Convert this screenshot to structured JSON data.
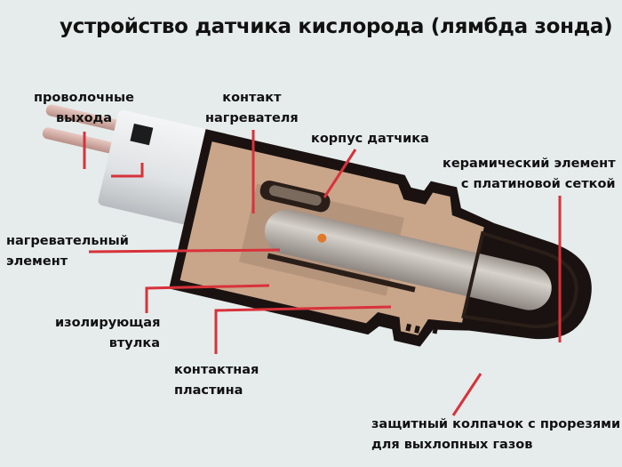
{
  "title": "устройство датчика кислорода (лямбда зонда)",
  "colors": {
    "background": "#e6ecec",
    "leader_line": "#d8323a",
    "body_metal": "#c9a58a",
    "body_dark": "#1a1210",
    "ceramic": "#b9b3ab",
    "insulator": "#eef0f1",
    "wire": "#d9b2a8"
  },
  "labels": {
    "wire_outputs": {
      "line1": "проволочные",
      "line2": "выхода"
    },
    "heater_contact": {
      "line1": "контакт",
      "line2": "нагревателя"
    },
    "sensor_housing": {
      "line1": "корпус датчика"
    },
    "ceramic_element": {
      "line1": "керамический элемент",
      "line2": "с платиновой сеткой"
    },
    "heating_element": {
      "line1": "нагревательный",
      "line2": "элемент"
    },
    "insulating_sleeve": {
      "line1": "изолирующая",
      "line2": "втулка"
    },
    "contact_plate": {
      "line1": "контактная",
      "line2": "пластина"
    },
    "protective_cap": {
      "line1": "защитный колпачок с прорезями",
      "line2": "для выхлопных газов"
    }
  }
}
